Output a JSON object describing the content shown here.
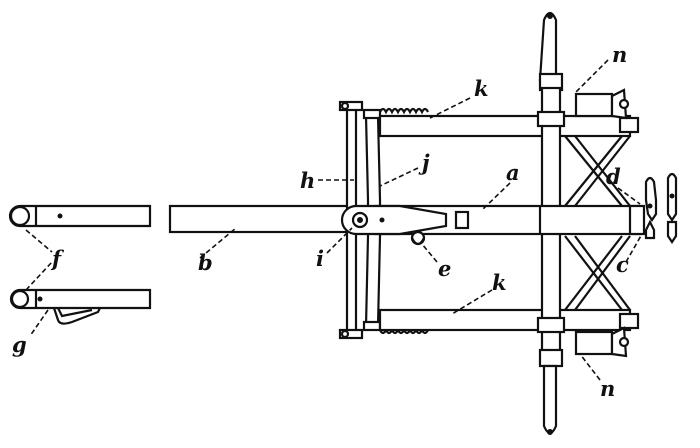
{
  "labels": {
    "a": "a",
    "b": "b",
    "c": "c",
    "d": "d",
    "e": "e",
    "f": "f",
    "g": "g",
    "h": "h",
    "i": "i",
    "j": "j",
    "k_top": "k",
    "k_bottom": "k",
    "n_top": "n",
    "n_bottom": "n"
  }
}
